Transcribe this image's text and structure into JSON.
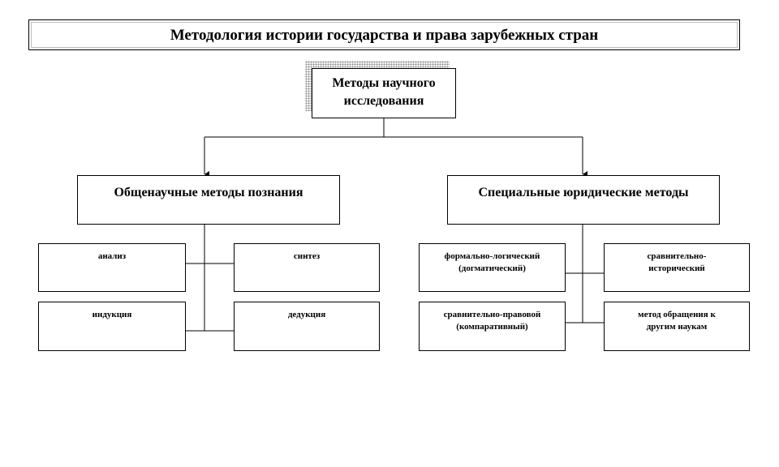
{
  "diagram": {
    "title": "Методология истории государства и права зарубежных стран",
    "root": {
      "line1": "Методы научного",
      "line2": "исследования"
    },
    "left": {
      "label": "Общенаучные методы познания",
      "items": [
        "анализ",
        "синтез",
        "индукция",
        "дедукция"
      ]
    },
    "right": {
      "label": "Специальные юридические методы",
      "items": [
        {
          "line1": "формально-логический",
          "line2": "(догматический)"
        },
        {
          "line1": "сравнительно-",
          "line2": "исторический"
        },
        {
          "line1": "сравнительно-правовой",
          "line2": "(компаративный)"
        },
        {
          "line1": "метод обращения к",
          "line2": "другим наукам"
        }
      ]
    }
  }
}
